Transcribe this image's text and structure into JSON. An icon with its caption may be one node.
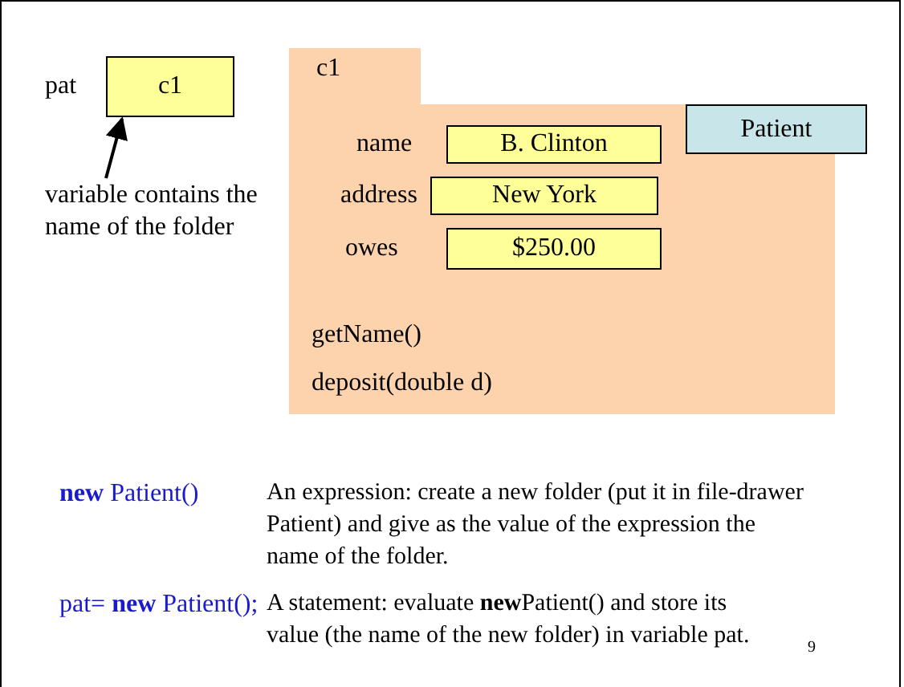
{
  "diagram": {
    "nodes": [
      {
        "text": [
          "c1"
        ],
        "beside": [
          "pat"
        ]
      },
      {
        "text": [
          "variable contains the name of the folder"
        ]
      },
      {
        "text": [
          "c1"
        ]
      },
      {
        "text": [
          "B. Clinton"
        ],
        "in": 2,
        "beside": [
          "name"
        ]
      },
      {
        "text": [
          "New York"
        ],
        "in": 2,
        "beside": [
          "address"
        ]
      },
      {
        "text": [
          "$250.00"
        ],
        "in": 2,
        "beside": [
          "owes"
        ]
      },
      {
        "text": [
          "Patient"
        ]
      }
    ],
    "edges": [
      {
        "from": 1,
        "to": 0,
        "arrow": "to"
      }
    ],
    "labels": [
      "getName()",
      "deposit(double d)",
      "**new** Patient()",
      "An expression: create a new folder (put it in file-drawer Patient) and give as the value of the expression the name of the folder.",
      "pat= **new** Patient();",
      "A statement: evaluate **new**Patient() and store its value (the name of the new folder) in variable pat.",
      "9"
    ]
  }
}
